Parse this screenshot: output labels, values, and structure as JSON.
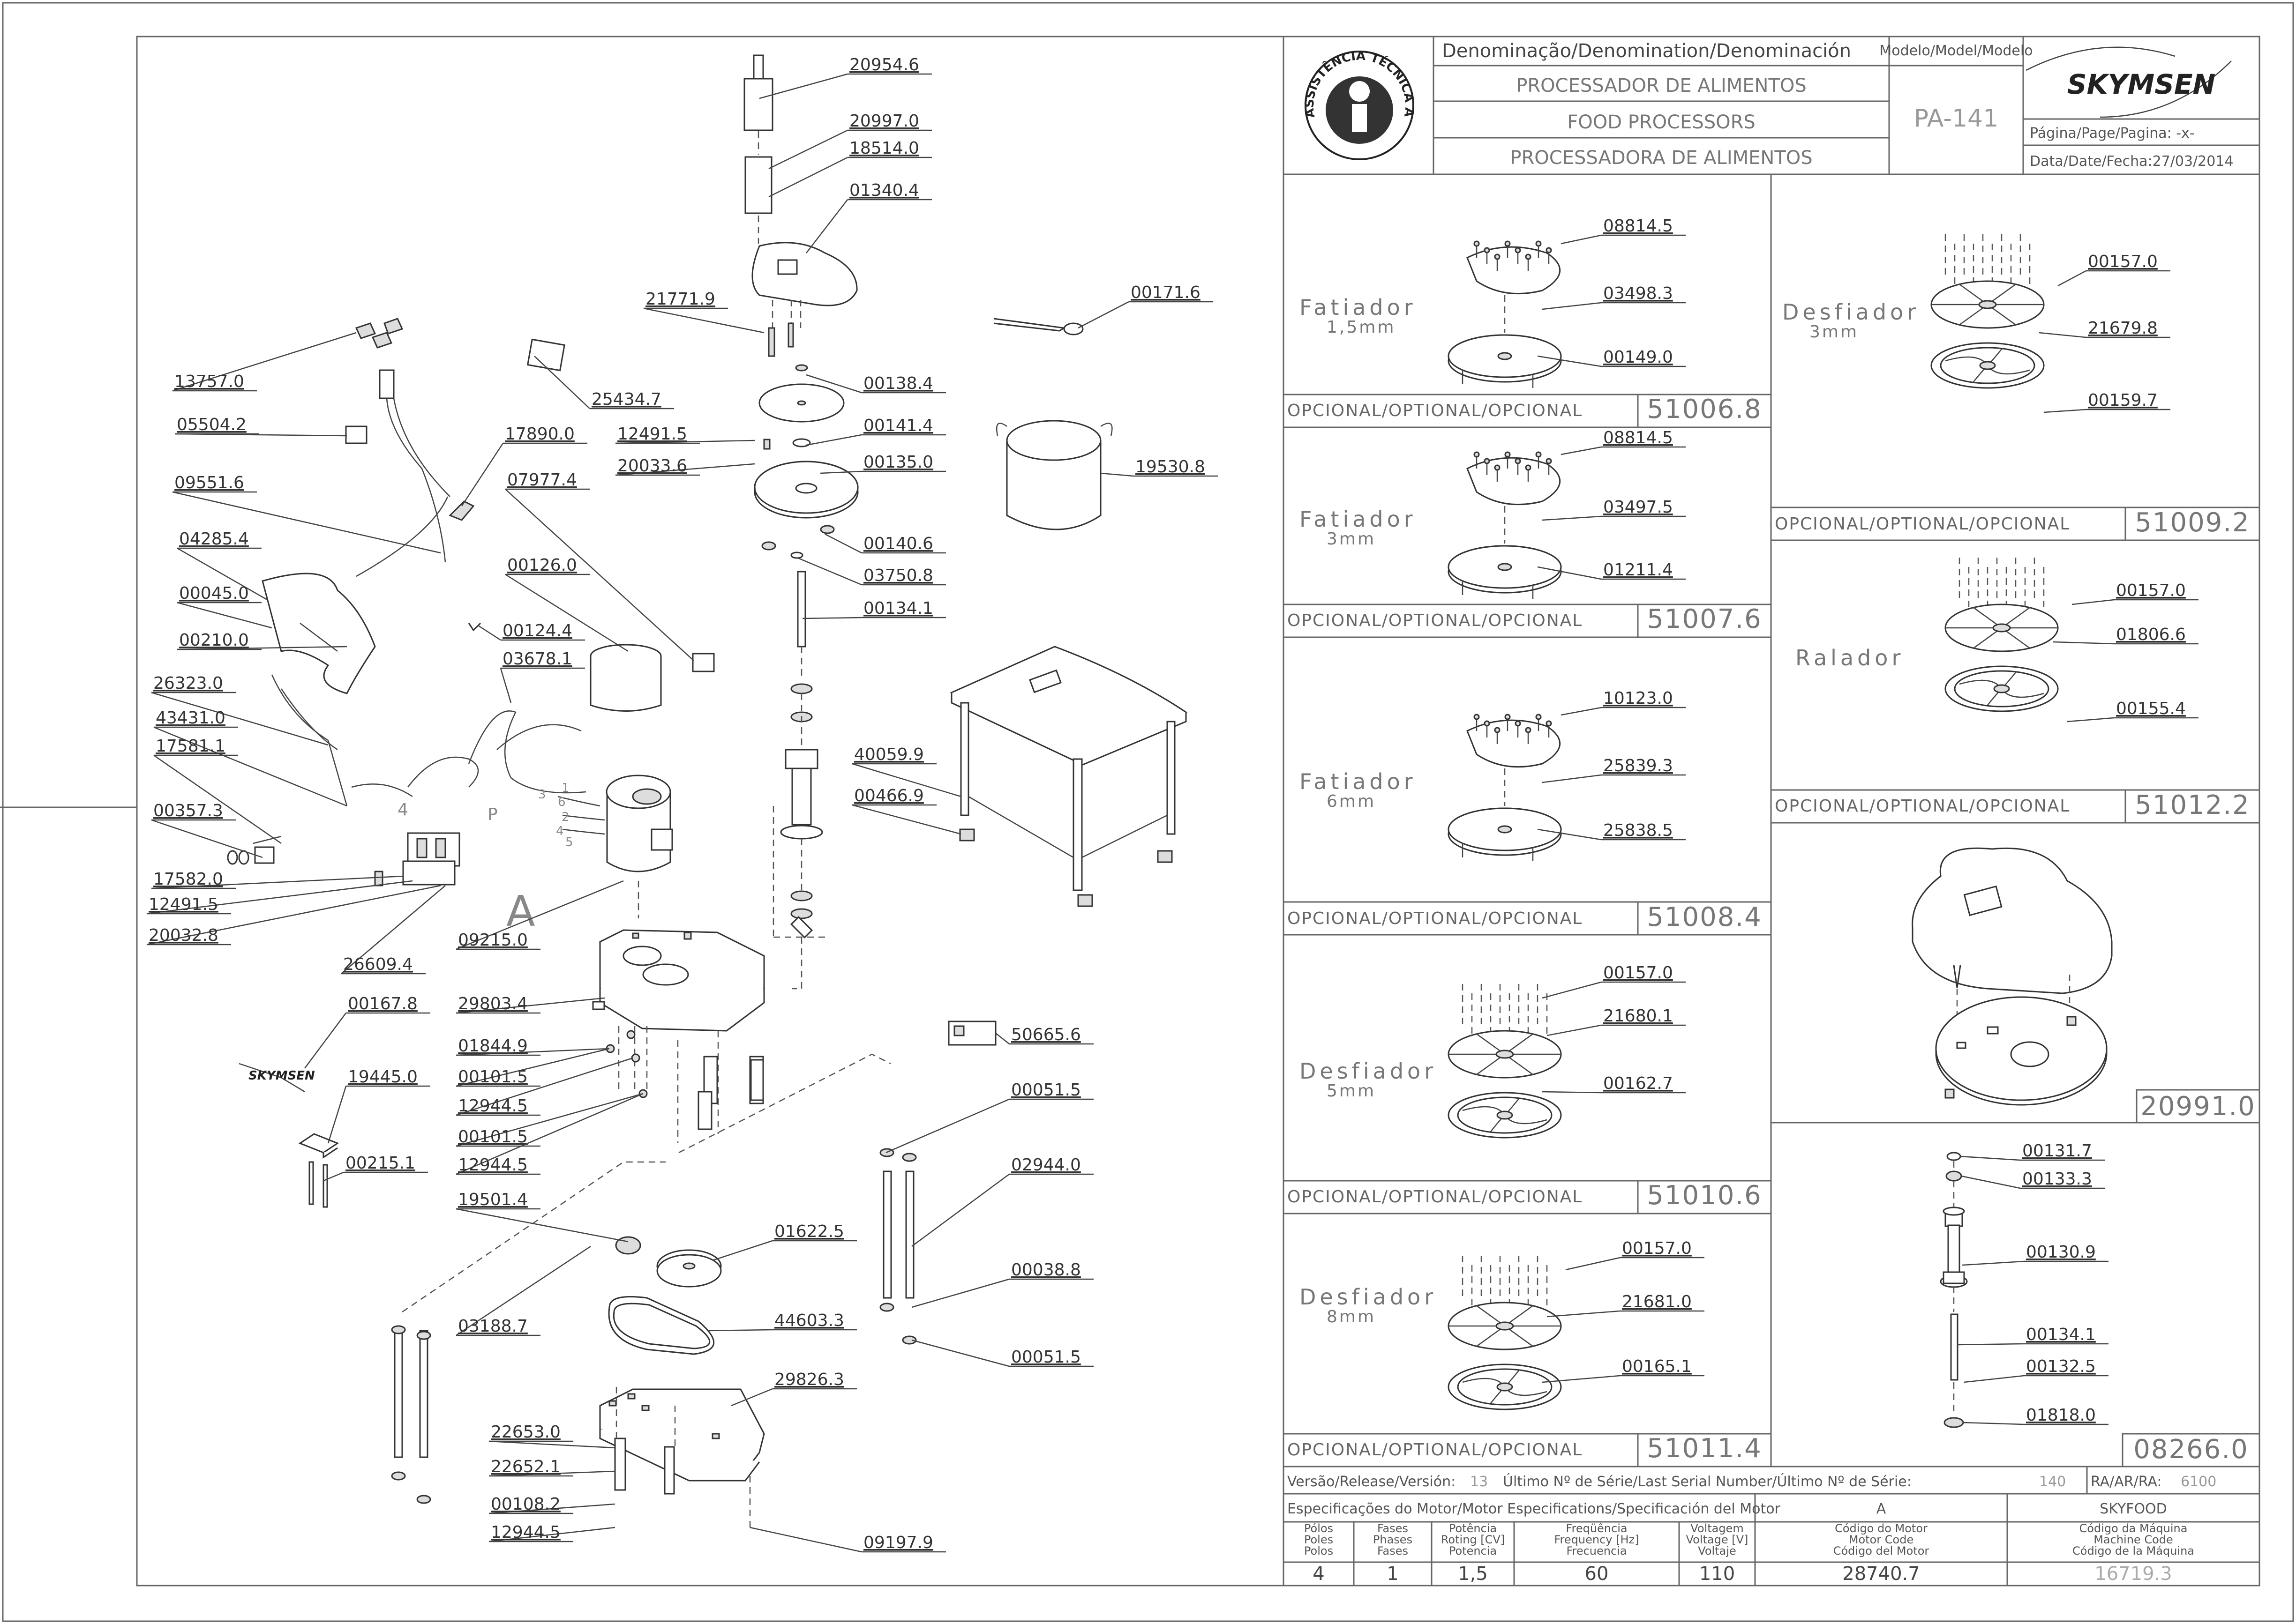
{
  "header": {
    "denomination_label": "Denominação/Denomination/Denominación",
    "name_pt": "PROCESSADOR DE ALIMENTOS",
    "name_en": "FOOD PROCESSORS",
    "name_es": "PROCESSADORA DE ALIMENTOS",
    "model_label": "Modelo/Model/Modelo",
    "model_value": "PA-141",
    "page_label": "Página/Page/Pagina: -x-",
    "date_label": "Data/Date/Fecha:27/03/2014",
    "brand": "SKYMSEN",
    "seal_text": "ASSISTÊNCIA TÉCNICA AUTORIZADA"
  },
  "main_parts": [
    {
      "code": "20954.6"
    },
    {
      "code": "20997.0"
    },
    {
      "code": "18514.0"
    },
    {
      "code": "01340.4"
    },
    {
      "code": "21771.9"
    },
    {
      "code": "00171.6"
    },
    {
      "code": "13757.0"
    },
    {
      "code": "25434.7"
    },
    {
      "code": "00138.4"
    },
    {
      "code": "05504.2"
    },
    {
      "code": "17890.0"
    },
    {
      "code": "12491.5"
    },
    {
      "code": "00141.4"
    },
    {
      "code": "20033.6"
    },
    {
      "code": "00135.0"
    },
    {
      "code": "19530.8"
    },
    {
      "code": "09551.6"
    },
    {
      "code": "07977.4"
    },
    {
      "code": "00140.6"
    },
    {
      "code": "04285.4"
    },
    {
      "code": "03750.8"
    },
    {
      "code": "00126.0"
    },
    {
      "code": "00045.0"
    },
    {
      "code": "00134.1"
    },
    {
      "code": "00124.4"
    },
    {
      "code": "00210.0"
    },
    {
      "code": "03678.1"
    },
    {
      "code": "26323.0"
    },
    {
      "code": "43431.0"
    },
    {
      "code": "40059.9"
    },
    {
      "code": "17581.1"
    },
    {
      "code": "00466.9"
    },
    {
      "code": "00357.3"
    },
    {
      "code": "17582.0"
    },
    {
      "code": "12491.5"
    },
    {
      "code": "20032.8"
    },
    {
      "code": "09215.0"
    },
    {
      "code": "26609.4"
    },
    {
      "code": "29803.4"
    },
    {
      "code": "00167.8"
    },
    {
      "code": "01844.9"
    },
    {
      "code": "50665.6"
    },
    {
      "code": "00101.5"
    },
    {
      "code": "19445.0"
    },
    {
      "code": "12944.5"
    },
    {
      "code": "00051.5"
    },
    {
      "code": "00101.5"
    },
    {
      "code": "00215.1"
    },
    {
      "code": "12944.5"
    },
    {
      "code": "02944.0"
    },
    {
      "code": "19501.4"
    },
    {
      "code": "01622.5"
    },
    {
      "code": "00038.8"
    },
    {
      "code": "03188.7"
    },
    {
      "code": "44603.3"
    },
    {
      "code": "00051.5"
    },
    {
      "code": "29826.3"
    },
    {
      "code": "22653.0"
    },
    {
      "code": "22652.1"
    },
    {
      "code": "00108.2"
    },
    {
      "code": "12944.5"
    },
    {
      "code": "09197.9"
    }
  ],
  "motor_marks": {
    "letter_a": "A",
    "p": "P",
    "n1": "1",
    "n2": "2",
    "n3": "3",
    "n4": "4",
    "n4b": "4",
    "n5": "5",
    "n6": "6"
  },
  "small_logo": "SKYMSEN",
  "optional_label": "OPCIONAL/OPTIONAL/OPCIONAL",
  "kits": [
    {
      "name": "Fatiador",
      "size": "1,5mm",
      "code": "51006.8",
      "parts": [
        "08814.5",
        "03498.3",
        "00149.0"
      ]
    },
    {
      "name": "Fatiador",
      "size": "3mm",
      "code": "51007.6",
      "parts": [
        "08814.5",
        "03497.5",
        "01211.4"
      ]
    },
    {
      "name": "Fatiador",
      "size": "6mm",
      "code": "51008.4",
      "parts": [
        "10123.0",
        "25839.3",
        "25838.5"
      ]
    },
    {
      "name": "Desfiador",
      "size": "5mm",
      "code": "51010.6",
      "parts": [
        "00157.0",
        "21680.1",
        "00162.7"
      ]
    },
    {
      "name": "Desfiador",
      "size": "8mm",
      "code": "51011.4",
      "parts": [
        "00157.0",
        "21681.0",
        "00165.1"
      ]
    },
    {
      "name": "Desfiador",
      "size": "3mm",
      "code": "51009.2",
      "parts": [
        "00157.0",
        "21679.8",
        "00159.7"
      ]
    },
    {
      "name": "Ralador",
      "size": "",
      "code": "51012.2",
      "parts": [
        "00157.0",
        "01806.6",
        "00155.4"
      ]
    }
  ],
  "cover_code": "20991.0",
  "shaft_kit": {
    "code": "08266.0",
    "parts": [
      "00131.7",
      "00133.3",
      "00130.9",
      "00134.1",
      "00132.5",
      "01818.0"
    ]
  },
  "footer": {
    "version_label": "Versão/Release/Versión:",
    "version_value": "13",
    "serial_label": "Último Nº de Série/Last Serial Number/Último Nº de Série:",
    "serial_value": "140",
    "ra_label": "RA/AR/RA:",
    "ra_value": "6100",
    "motor_spec_label": "Especificações do Motor/Motor Especifications/Specificación del Motor",
    "col_a": "A",
    "col_skyfood": "SKYFOOD",
    "headers": [
      [
        "Pólos",
        "Poles",
        "Polos"
      ],
      [
        "Fases",
        "Phases",
        "Fases"
      ],
      [
        "Potência",
        "Roting [CV]",
        "Potencia"
      ],
      [
        "Freqüência",
        "Frequency [Hz]",
        "Frecuencia"
      ],
      [
        "Voltagem",
        "Voltage [V]",
        "Voltaje"
      ],
      [
        "Código do Motor",
        "Motor Code",
        "Código del Motor"
      ],
      [
        "Código da Máquina",
        "Machine Code",
        "Código de la Máquina"
      ]
    ],
    "values": [
      "4",
      "1",
      "1,5",
      "60",
      "110",
      "28740.7",
      "16719.3"
    ]
  }
}
